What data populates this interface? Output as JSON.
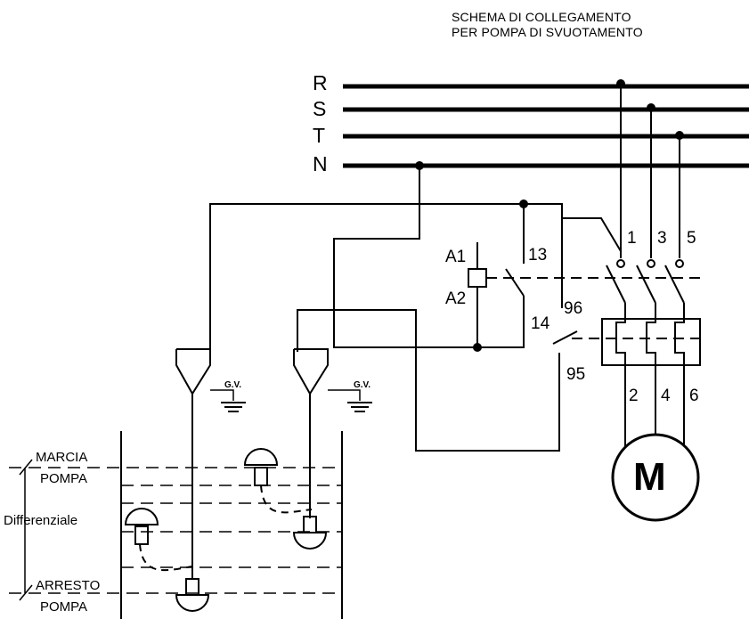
{
  "header": {
    "line1": "SCHEMA DI COLLEGAMENTO",
    "line2": "PER POMPA DI SVUOTAMENTO"
  },
  "supply_lines": [
    "R",
    "S",
    "T",
    "N"
  ],
  "contactor": {
    "coil_top": "A1",
    "coil_bottom": "A2",
    "aux_top": "13",
    "aux_bottom": "14",
    "terminals_top": [
      "1",
      "3",
      "5"
    ],
    "terminals_bottom": [
      "2",
      "4",
      "6"
    ]
  },
  "overload": {
    "contact_top": "96",
    "contact_bottom": "95"
  },
  "ground_labels": [
    "G.V.",
    "G.V."
  ],
  "motor_label": "M",
  "tank": {
    "level_high_line1": "MARCIA",
    "level_high_line2": "POMPA",
    "differential": "Differenziale",
    "level_low_line1": "ARRESTO",
    "level_low_line2": "POMPA"
  }
}
